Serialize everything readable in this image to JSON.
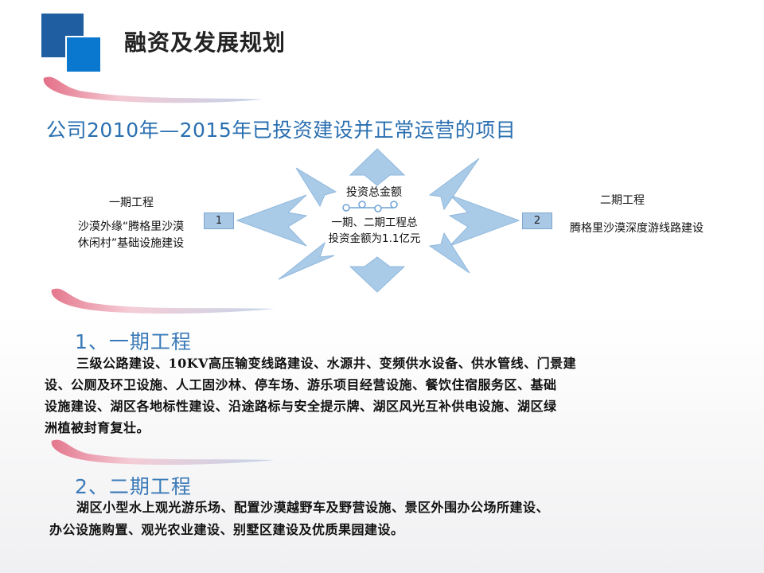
{
  "header": {
    "title": "融资及发展规划"
  },
  "subtitle": "公司2010年—2015年已投资建设并正常运营的项目",
  "phase1": {
    "heading": "一期工程",
    "desc_line1": "沙漠外缘“腾格里沙漠",
    "desc_line2": "休闲村”基础设施建设",
    "badge": "1"
  },
  "phase2": {
    "heading": "二期工程",
    "desc": "腾格里沙漠深度游线路建设",
    "badge": "2"
  },
  "center": {
    "title": "投资总金额",
    "line1": "一期、二期工程总",
    "line2": "投资金额为1.1亿元"
  },
  "section1": {
    "heading": "1、一期工程",
    "lines": [
      "三级公路建设、10KV高压输变线路建设、水源井、变频供水设备、供水管线、门景建",
      "设、公厕及环卫设施、人工固沙林、停车场、游乐项目经营设施、餐饮住宿服务区、基础",
      "设施建设、湖区各地标性建设、沿途路标与安全提示牌、湖区风光互补供电设施、湖区绿",
      "洲植被封育复壮。"
    ]
  },
  "section2": {
    "heading": "2、二期工程",
    "lines": [
      "湖区小型水上观光游乐场、配置沙漠越野车及野营设施、景区外围办公场所建设、",
      "办公设施购置、观光农业建设、别墅区建设及优质果园建设。"
    ]
  },
  "colors": {
    "accent_dark": "#1f5ea0",
    "accent": "#0a78cf",
    "arrow": "#a9cbe8"
  }
}
